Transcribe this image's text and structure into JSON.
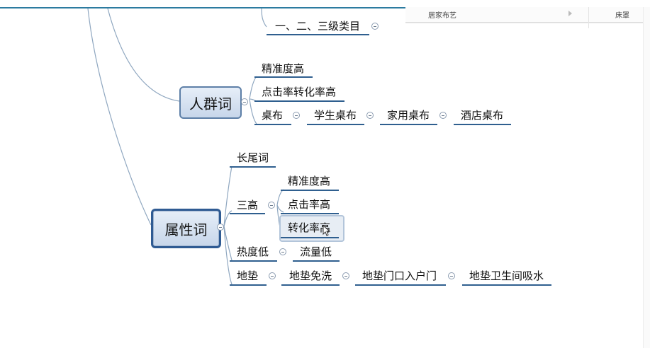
{
  "top_table": {
    "cell1": "居家布艺",
    "cell2": "床罩"
  },
  "categories_label": "一、二、三级类目",
  "crowd": {
    "topic": "人群词",
    "children": [
      "精准度高",
      "点击率转化率高"
    ],
    "chain": [
      "桌布",
      "学生桌布",
      "家用桌布",
      "酒店桌布"
    ]
  },
  "attribute": {
    "topic": "属性词",
    "long_tail": "长尾词",
    "three_high": {
      "label": "三高",
      "children": [
        "精准度高",
        "点击率高",
        "转化率高"
      ]
    },
    "heat": {
      "label": "热度低",
      "child": "流量低"
    },
    "mat_chain": [
      "地垫",
      "地垫免洗",
      "地垫门口入户门",
      "地垫卫生间吸水"
    ]
  },
  "colors": {
    "accent": "#2c7ba0",
    "underline": "#2f5f8f",
    "link": "#8fa7c0"
  }
}
